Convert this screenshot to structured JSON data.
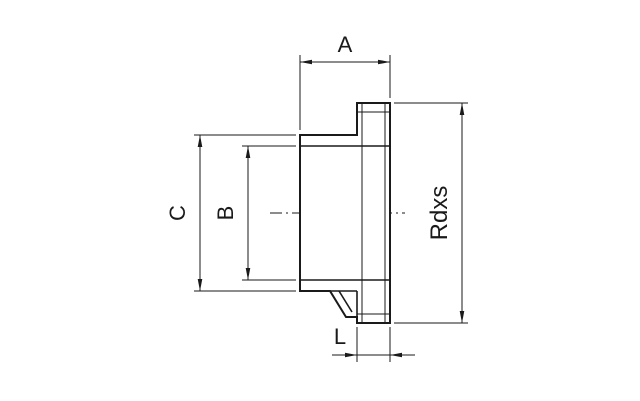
{
  "drawing": {
    "dimensions": {
      "a": "A",
      "b": "B",
      "c": "C",
      "thread": "Rdxs",
      "l": "L"
    },
    "colors": {
      "line": "#1a1a1a",
      "background": "#ffffff"
    }
  }
}
